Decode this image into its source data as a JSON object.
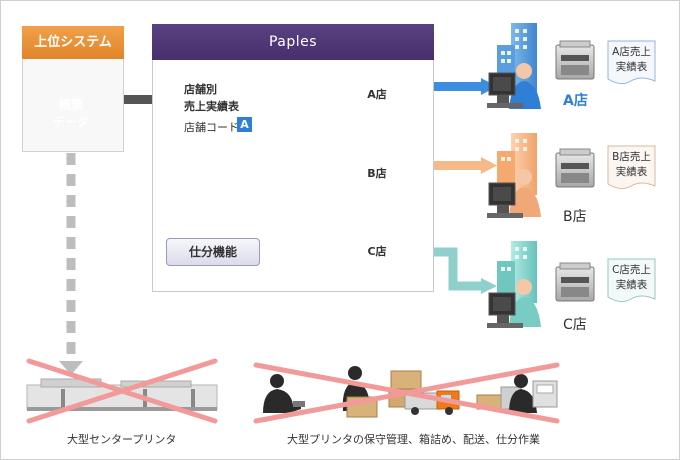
{
  "upper_system": {
    "title": "上位システム",
    "db_label_line1": "帳票",
    "db_label_line2": "データ"
  },
  "paples": {
    "title": "Paples"
  },
  "document": {
    "line1": "店舗別",
    "line2": "売上実績表",
    "code_label": "店舗コード",
    "code_badge": "A"
  },
  "sorting": {
    "label": "仕分機能"
  },
  "folders": [
    {
      "label": "A店"
    },
    {
      "label": "B店"
    },
    {
      "label": "C店"
    }
  ],
  "stores": [
    {
      "label": "A店",
      "report_line1": "A店売上",
      "report_line2": "実績表"
    },
    {
      "label": "B店",
      "report_line1": "B店売上",
      "report_line2": "実績表"
    },
    {
      "label": "C店",
      "report_line1": "C店売上",
      "report_line2": "実績表"
    }
  ],
  "bottom": {
    "printer_label": "大型センタープリンタ",
    "work_label": "大型プリンタの保守管理、箱詰め、配送、仕分作業"
  },
  "colors": {
    "store_a": "#3b8ee0",
    "store_b": "#f6b98a",
    "store_c": "#8fd0cc",
    "upper_system": "#e8903a",
    "paples": "#4e3676",
    "cross": "#f29a9a"
  }
}
